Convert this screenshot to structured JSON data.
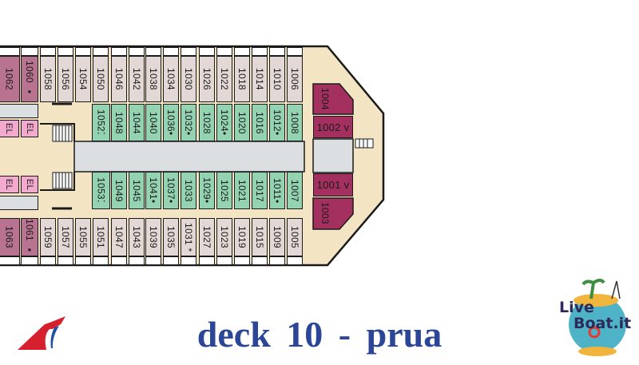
{
  "title": "deck 10 - prua",
  "deck_plan": {
    "top_outer_row": [
      "1062",
      "1060 ▪",
      "1058",
      "1056",
      "1054",
      "1050",
      "1046",
      "1042",
      "1038",
      "1034",
      "1030",
      "1026",
      "1022",
      "1018",
      "1014",
      "1010",
      "1006"
    ],
    "top_inner_row": [
      "1052⁚",
      "1048",
      "1044",
      "1040",
      "1036•",
      "1032•",
      "1028",
      "1024•",
      "1020",
      "1016",
      "1012•",
      "1008"
    ],
    "bottom_inner_row": [
      "1053⁚",
      "1049",
      "1045",
      "1041•",
      "1037•",
      "1033",
      "1029•",
      "1025",
      "1021",
      "1017",
      "1011•",
      "1007"
    ],
    "bottom_outer_row": [
      "1063",
      "1061 ▪",
      "1059",
      "1057",
      "1055",
      "1051",
      "1047",
      "1043",
      "1039",
      "1035",
      "1031 *",
      "1027",
      "1023",
      "1019",
      "1015",
      "1009",
      "1005"
    ],
    "bow_cabins": {
      "c1004": "1004",
      "c1002": "1002 v",
      "c1001": "1001 v",
      "c1003": "1003"
    },
    "elevators": [
      "EL",
      "EL",
      "EL",
      "EL"
    ]
  },
  "logos": {
    "carnival": "Carnival funnel logo",
    "liveboat_line1": "Live",
    "liveboat_line2": "Boat.it"
  },
  "colors": {
    "title": "#2b4597",
    "hull": "#f3e4c4",
    "green": "#93d3b2",
    "suite": "#a3305e"
  }
}
